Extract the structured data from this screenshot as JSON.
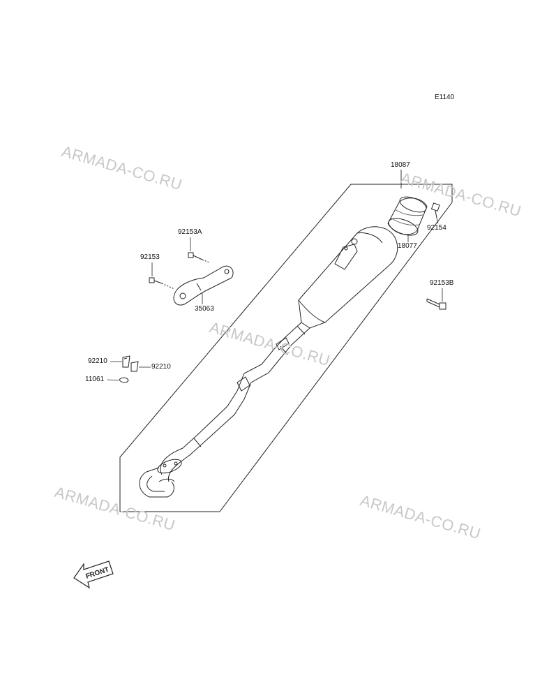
{
  "diagram_code": "E1140",
  "watermark": "ARMADA-CO.RU",
  "front_label": "FRONT",
  "parts": {
    "p18087": "18087",
    "p18077": "18077",
    "p92154": "92154",
    "p92153A": "92153A",
    "p92153": "92153",
    "p35063": "35063",
    "p92153B": "92153B",
    "p92210a": "92210",
    "p92210b": "92210",
    "p11061": "11061"
  }
}
